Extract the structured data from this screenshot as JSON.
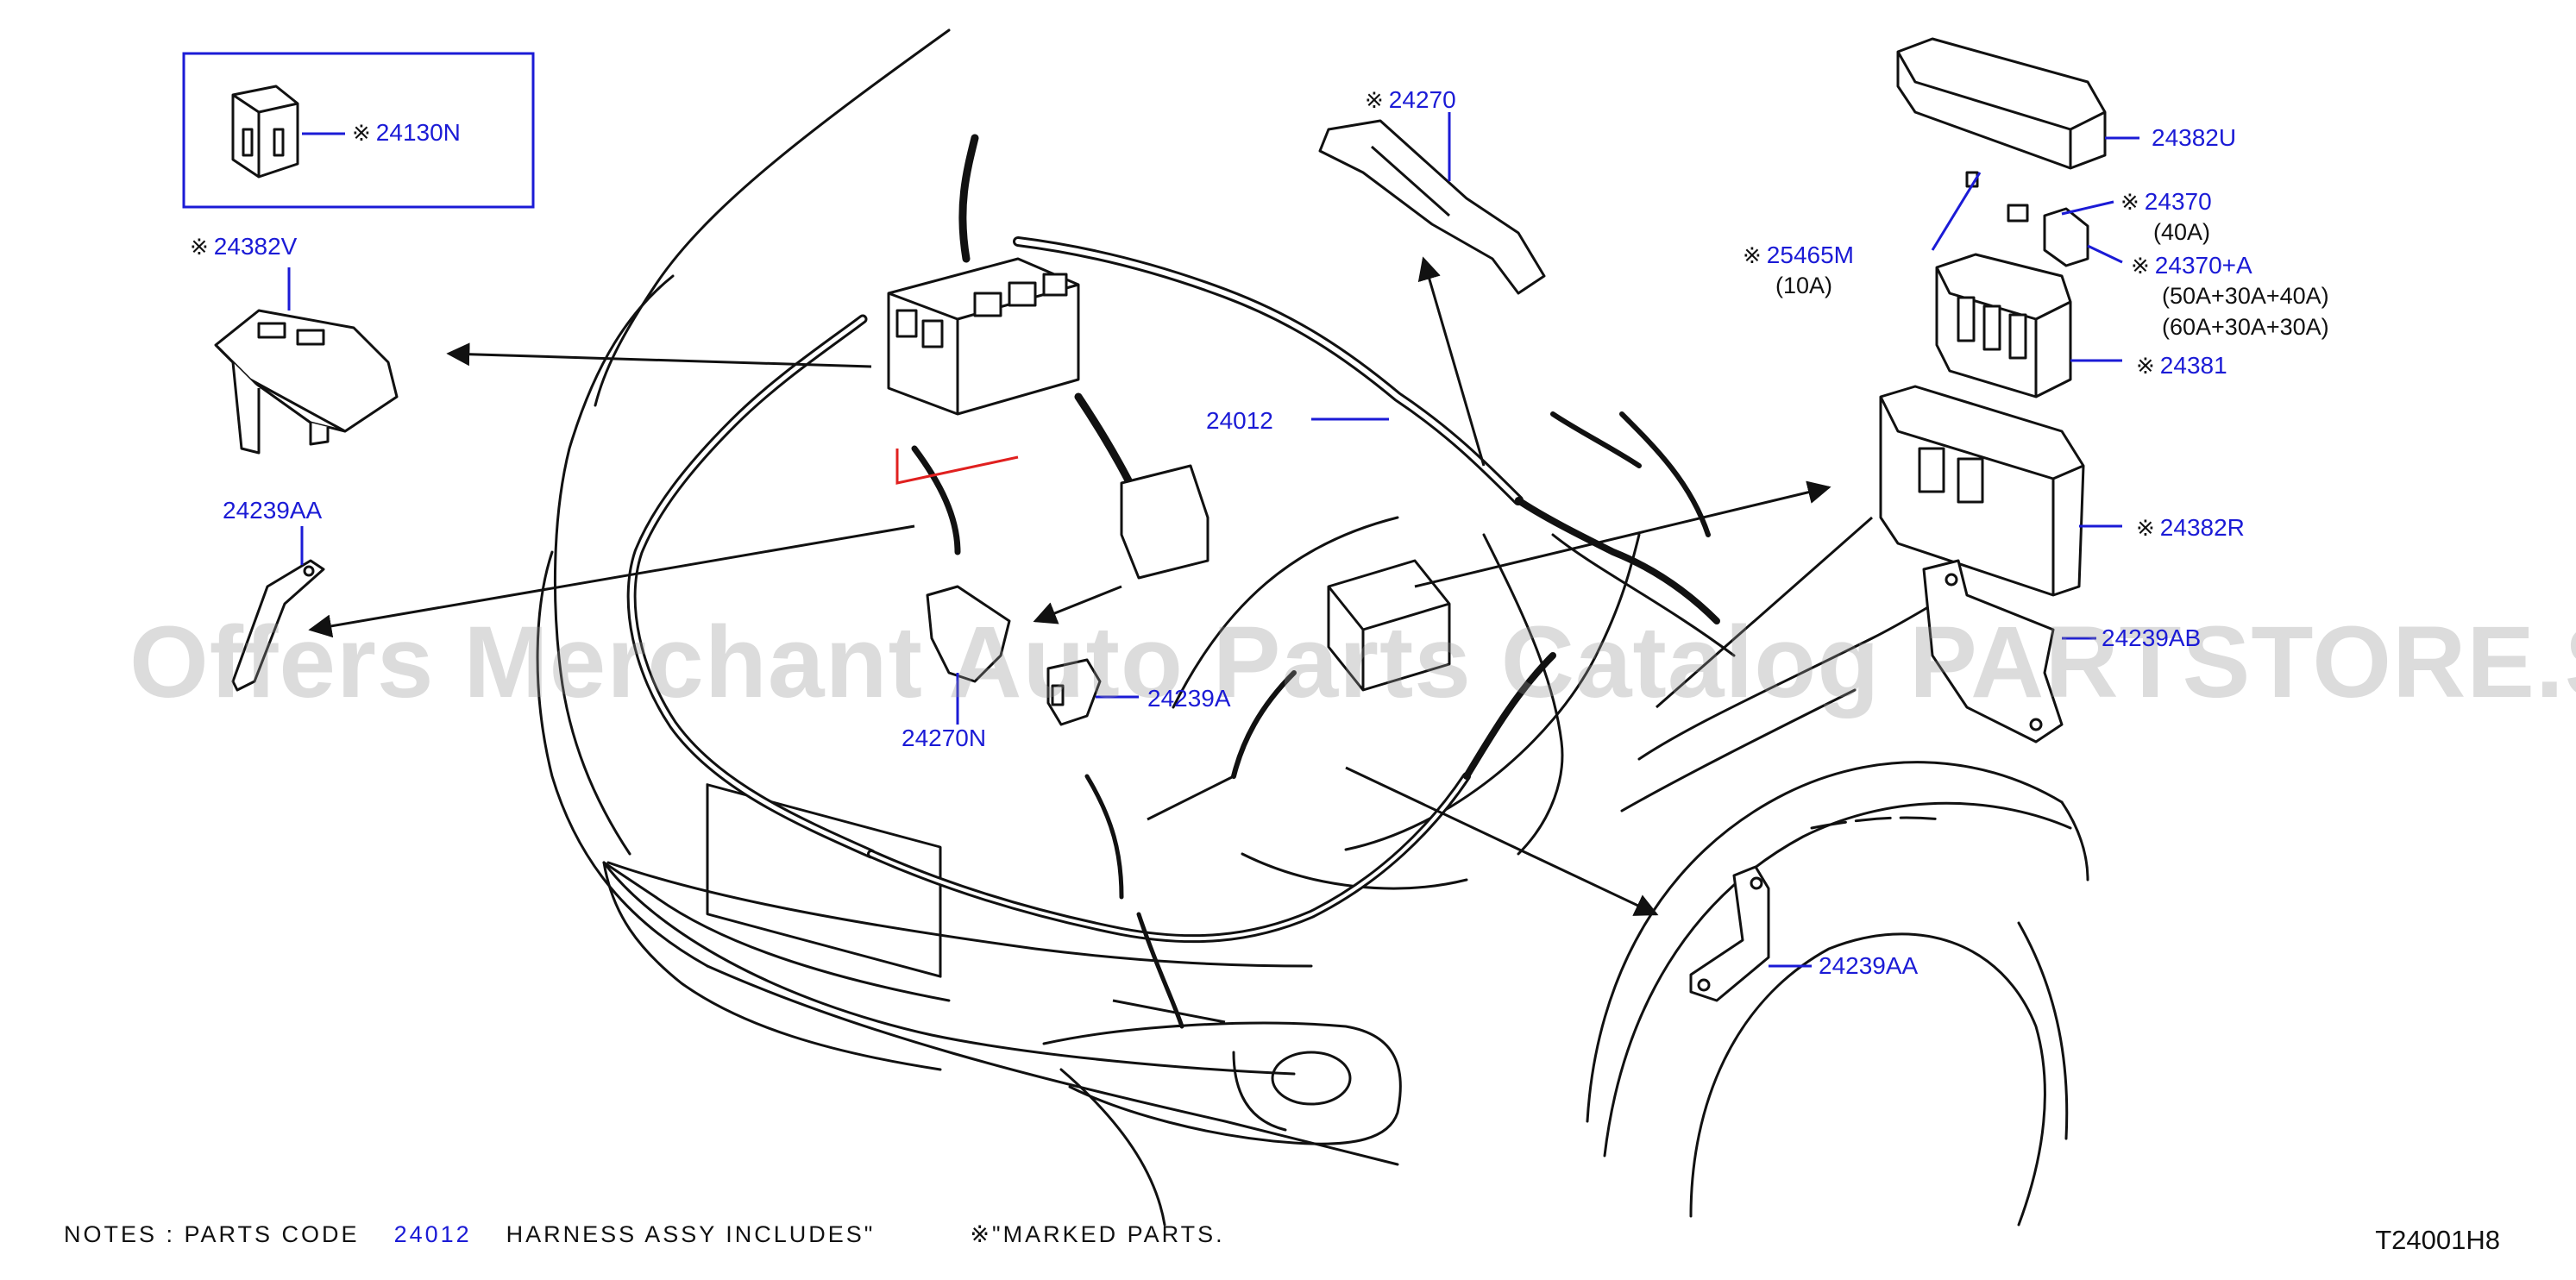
{
  "watermark": "Offers Merchant Auto Parts Catalog PARTSTORE.SA",
  "mark_symbol": "※",
  "callouts": {
    "c24130N": {
      "text": "24130N",
      "marked": true
    },
    "c24382V": {
      "text": "24382V",
      "marked": true
    },
    "c24239AA_left": {
      "text": "24239AA",
      "marked": false
    },
    "c24270": {
      "text": "24270",
      "marked": true
    },
    "c24012": {
      "text": "24012",
      "marked": false
    },
    "c24270N": {
      "text": "24270N",
      "marked": false
    },
    "c24239A": {
      "text": "24239A",
      "marked": false
    },
    "c24382U": {
      "text": "24382U",
      "marked": false
    },
    "c25465M": {
      "text": "25465M",
      "marked": true,
      "sub": "(10A)"
    },
    "c24370": {
      "text": "24370",
      "marked": true,
      "sub": "(40A)"
    },
    "c24370A": {
      "text": "24370+A",
      "marked": true,
      "sub1": "(50A+30A+40A)",
      "sub2": "(60A+30A+30A)"
    },
    "c24381": {
      "text": "24381",
      "marked": true
    },
    "c24382R": {
      "text": "24382R",
      "marked": true
    },
    "c24239AB": {
      "text": "24239AB",
      "marked": false
    },
    "c24239AA_right": {
      "text": "24239AA",
      "marked": false
    }
  },
  "notes": {
    "prefix": "NOTES  :  PARTS  CODE",
    "code": "24012",
    "middle": "HARNESS  ASSY  INCLUDES\"",
    "suffix": "\"MARKED  PARTS."
  },
  "drawing_number": "T24001H8",
  "colors": {
    "callout": "#1b1bd6",
    "line": "#111111",
    "frame": "#1b1bd6",
    "highlight": "#e0201f"
  }
}
